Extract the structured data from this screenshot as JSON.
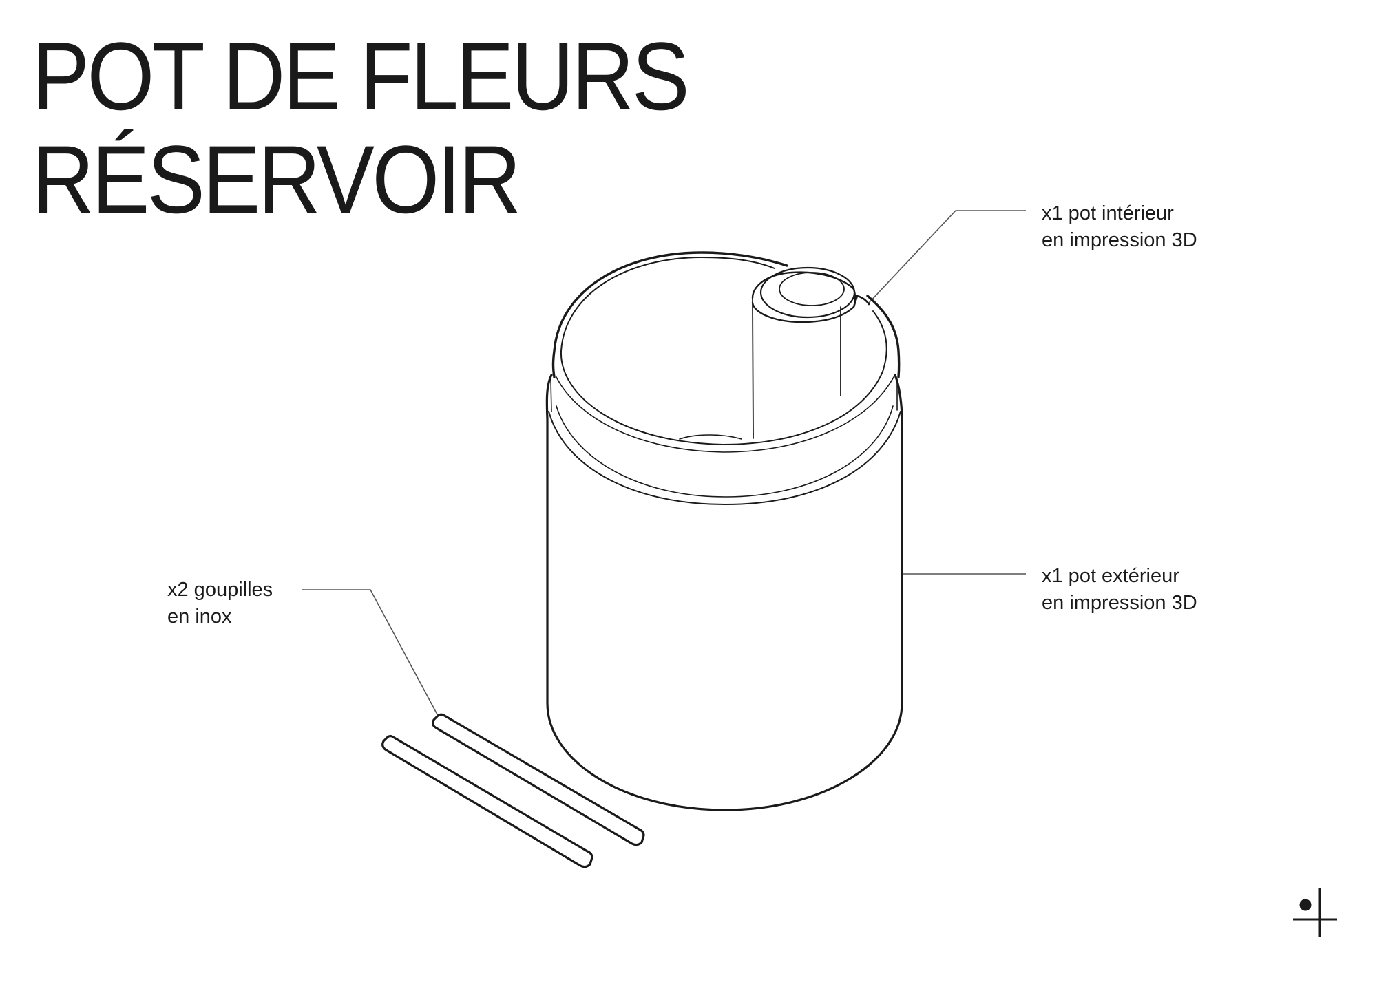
{
  "title": {
    "line1": "POT DE FLEURS",
    "line2": "RÉSERVOIR"
  },
  "callouts": [
    {
      "id": "inner-pot",
      "line1": "x1 pot intérieur",
      "line2": "en impression 3D"
    },
    {
      "id": "outer-pot",
      "line1": "x1 pot extérieur",
      "line2": "en impression 3D"
    },
    {
      "id": "pins",
      "line1": "x2 goupilles",
      "line2": "en inox"
    }
  ],
  "logo": {
    "icon": "dot-cross-logo-icon"
  },
  "colors": {
    "background": "#ffffff",
    "ink": "#1a1a1a",
    "leader": "#555555"
  }
}
